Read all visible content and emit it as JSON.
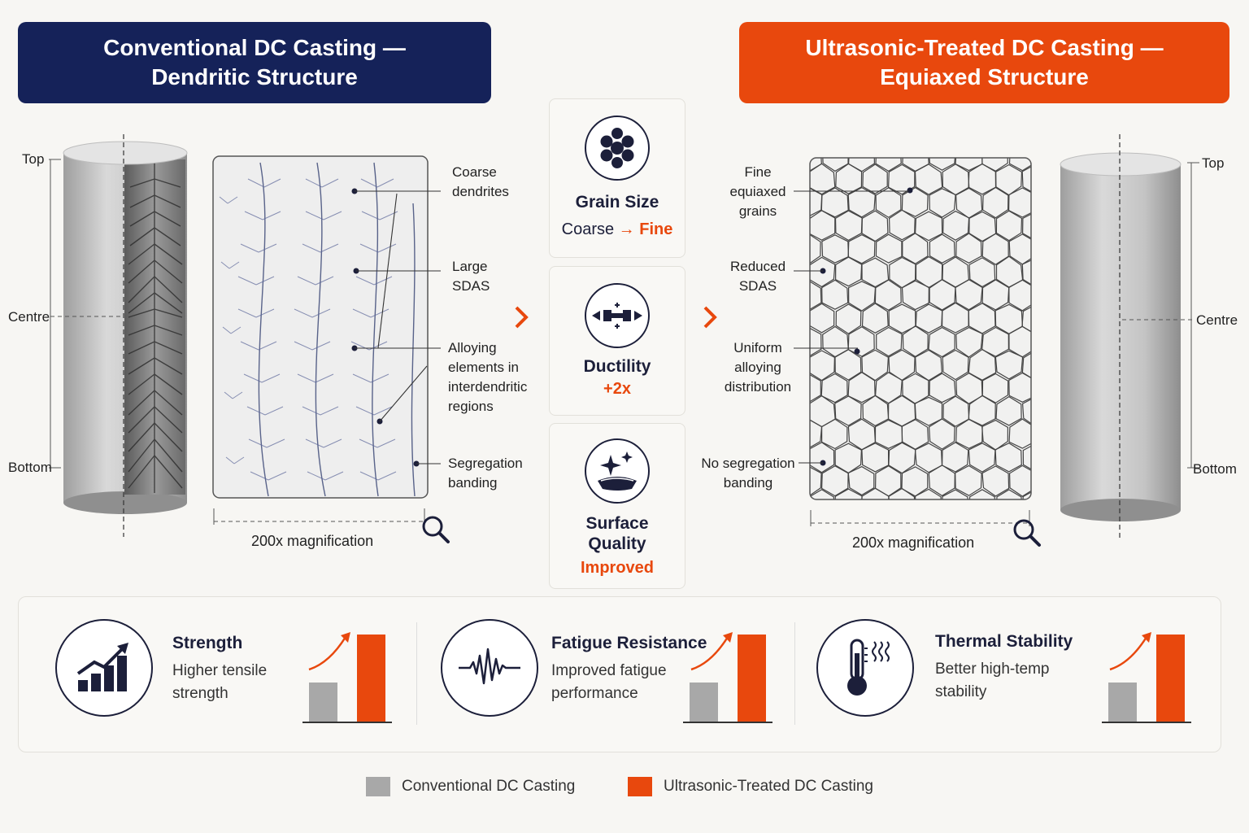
{
  "headers": {
    "left": [
      "Conventional DC Casting —",
      "Dendritic Structure"
    ],
    "right": [
      "Ultrasonic-Treated DC Casting —",
      "Equiaxed Structure"
    ]
  },
  "left_billet_labels": {
    "top": "Top",
    "centre": "Centre",
    "bottom": "Bottom"
  },
  "right_billet_labels": {
    "top": "Top",
    "centre": "Centre",
    "bottom": "Bottom"
  },
  "left_annotations": {
    "a1": [
      "Coarse",
      "dendrites"
    ],
    "a2": [
      "Large",
      "SDAS"
    ],
    "a3": [
      "Alloying",
      "elements in",
      "interdendritic",
      "regions"
    ],
    "a4": [
      "Segregation",
      "banding"
    ]
  },
  "right_annotations": {
    "a1": [
      "Fine",
      "equiaxed",
      "grains"
    ],
    "a2": [
      "Reduced",
      "SDAS"
    ],
    "a3": [
      "Uniform",
      "alloying",
      "distribution"
    ],
    "a4": [
      "No segregation",
      "banding"
    ]
  },
  "magnification": {
    "left": "200x magnification",
    "right": "200x magnification"
  },
  "middle_cards": [
    {
      "title": "Grain Size",
      "from": "Coarse",
      "arrow": "→",
      "to": "Fine",
      "icon": "grain-cluster-icon"
    },
    {
      "title": "Ductility",
      "value": "+2x",
      "icon": "tensile-specimen-icon"
    },
    {
      "title_lines": [
        "Surface",
        "Quality"
      ],
      "value": "Improved",
      "icon": "sparkle-surface-icon"
    }
  ],
  "features": [
    {
      "title": "Strength",
      "desc": [
        "Higher tensile",
        "strength"
      ],
      "icon": "growth-chart-icon",
      "conventional": 0.45,
      "ultrasonic": 1.0
    },
    {
      "title": "Fatigue Resistance",
      "desc": [
        "Improved fatigue",
        "performance"
      ],
      "icon": "waveform-icon",
      "conventional": 0.45,
      "ultrasonic": 1.0
    },
    {
      "title": "Thermal Stability",
      "desc": [
        "Better high-temp",
        "stability"
      ],
      "icon": "thermometer-icon",
      "conventional": 0.45,
      "ultrasonic": 1.0
    }
  ],
  "legend": {
    "conventional": "Conventional DC Casting",
    "ultrasonic": "Ultrasonic-Treated DC Casting"
  },
  "colors": {
    "navy": "#152259",
    "orange": "#e8480d",
    "gray": "#a8a8a8"
  }
}
